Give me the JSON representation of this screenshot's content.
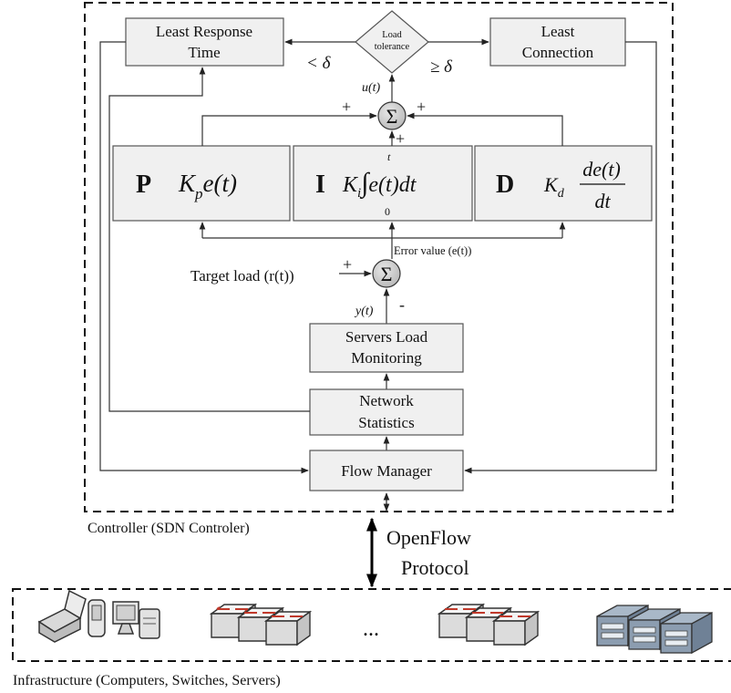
{
  "controller": {
    "caption": "Controller (SDN Controler)",
    "least_response": [
      "Least Response",
      "Time"
    ],
    "least_connection": [
      "Least",
      "Connection"
    ],
    "load_tolerance": [
      "Load",
      "tolerance"
    ],
    "lt_delta": "< δ",
    "ge_delta": "≥ δ",
    "u_t": "u(t)",
    "sigma": "Σ",
    "plus": "+",
    "minus": "-",
    "p_letter": "P",
    "p_formula": "K_p e(t)",
    "i_letter": "I",
    "i_formula": "K_i ∫ e(t)dt",
    "i_upper": "t",
    "i_lower": "0",
    "d_letter": "D",
    "d_coef": "K_d",
    "d_num": "de(t)",
    "d_den": "dt",
    "error_value": "Error value (e(t))",
    "target_load": "Target load (r(t))",
    "y_t": "y(t)",
    "servers_load": [
      "Servers Load",
      "Monitoring"
    ],
    "network_stats": [
      "Network",
      "Statistics"
    ],
    "flow_manager": "Flow Manager"
  },
  "openflow": [
    "OpenFlow",
    "Protocol"
  ],
  "infrastructure": {
    "caption": "Infrastructure (Computers, Switches, Servers)",
    "ellipsis": "...",
    "icons": [
      "computers-icon",
      "switches-icon",
      "switches-icon",
      "servers-icon"
    ]
  },
  "colors": {
    "box_fill": "#f0f0f0",
    "sum_fill": "#cfcfcf",
    "stroke": "#333333",
    "switch_red": "#c0392b"
  }
}
